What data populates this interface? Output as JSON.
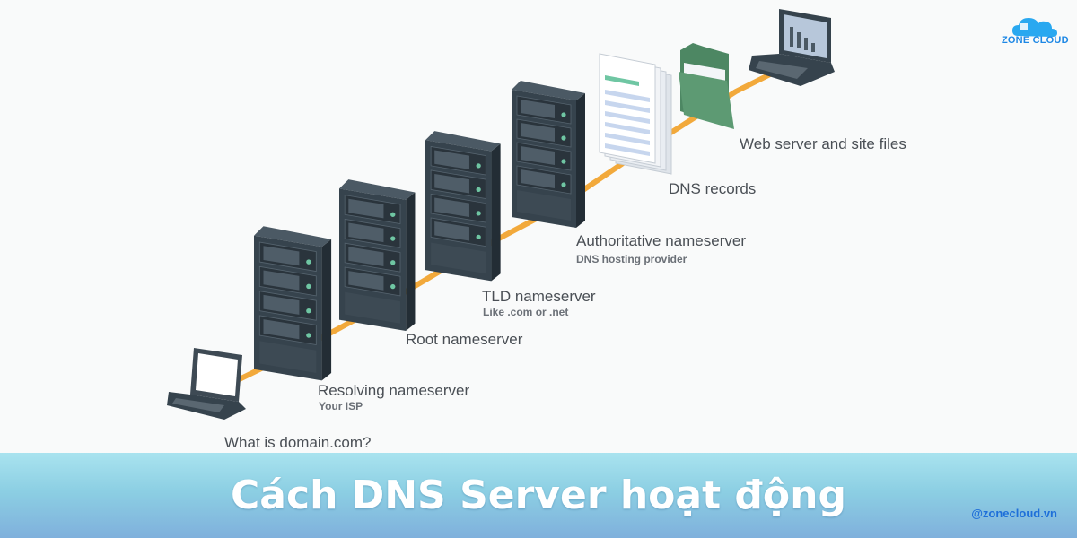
{
  "brand": {
    "logo_text": "ZONE CLOUD",
    "handle": "@zonecloud.vn",
    "accent_color": "#1e88e5"
  },
  "colors": {
    "connector_line": "#f2a93b",
    "server_body": "#36434d",
    "server_indicator": "#6fc6a3",
    "folder": "#5d9a73",
    "footer_text": "#ffffff"
  },
  "diagram": {
    "client": {
      "label": "What is domain.com?",
      "icon": "laptop-icon"
    },
    "resolving": {
      "label": "Resolving nameserver",
      "sublabel": "Your ISP",
      "icon": "server-rack-icon"
    },
    "root": {
      "label": "Root nameserver",
      "icon": "server-rack-icon"
    },
    "tld": {
      "label": "TLD nameserver",
      "sublabel": "Like .com or .net",
      "icon": "server-rack-icon"
    },
    "authoritative": {
      "label": "Authoritative nameserver",
      "sublabel": "DNS hosting provider",
      "icon": "server-rack-icon"
    },
    "records": {
      "label": "DNS records",
      "icon": "document-stack-icon"
    },
    "webserver": {
      "label": "Web server and site files",
      "icon": "folder-icon"
    }
  },
  "footer": {
    "title": "Cách DNS Server hoạt động"
  }
}
